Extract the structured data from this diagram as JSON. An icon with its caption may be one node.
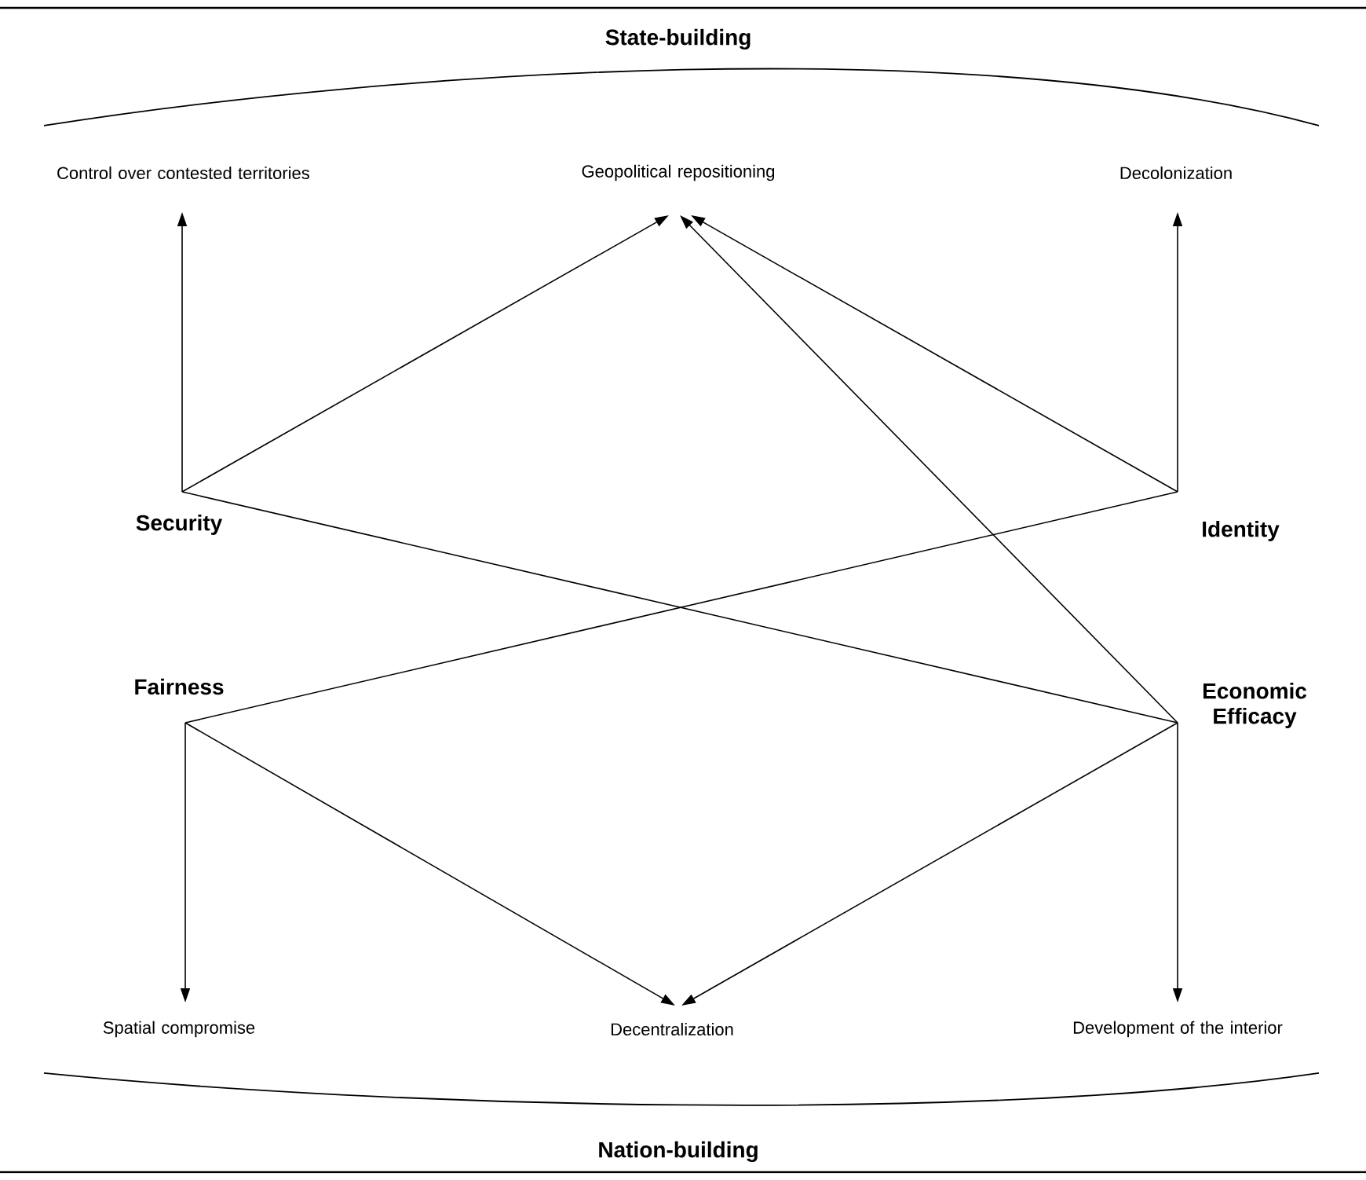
{
  "diagram": {
    "nodes": [
      {
        "text": [
          "Control over contested territories"
        ]
      },
      {
        "text": [
          "Geopolitical repositioning"
        ]
      },
      {
        "text": [
          "Decolonization"
        ]
      },
      {
        "text": [
          "Security"
        ]
      },
      {
        "text": [
          "Identity"
        ]
      },
      {
        "text": [
          "Fairness"
        ]
      },
      {
        "text": [
          "Economic Efficacy"
        ]
      },
      {
        "text": [
          "Spatial compromise"
        ]
      },
      {
        "text": [
          "Decentralization"
        ]
      },
      {
        "text": [
          "Development of the interior"
        ]
      }
    ],
    "edges": [
      {
        "from": 3,
        "to": 0,
        "arrow": "to"
      },
      {
        "from": 3,
        "to": 1,
        "arrow": "to"
      },
      {
        "from": 3,
        "to": 6,
        "arrow": "none"
      },
      {
        "from": 6,
        "to": 1,
        "arrow": "to"
      },
      {
        "from": 4,
        "to": 1,
        "arrow": "to"
      },
      {
        "from": 4,
        "to": 2,
        "arrow": "to"
      },
      {
        "from": 4,
        "to": 5,
        "arrow": "none"
      },
      {
        "from": 5,
        "to": 7,
        "arrow": "to"
      },
      {
        "from": 5,
        "to": 8,
        "arrow": "to"
      },
      {
        "from": 6,
        "to": 8,
        "arrow": "to"
      },
      {
        "from": 6,
        "to": 9,
        "arrow": "to"
      }
    ],
    "labels": [
      "State-building",
      "Nation-building"
    ]
  }
}
